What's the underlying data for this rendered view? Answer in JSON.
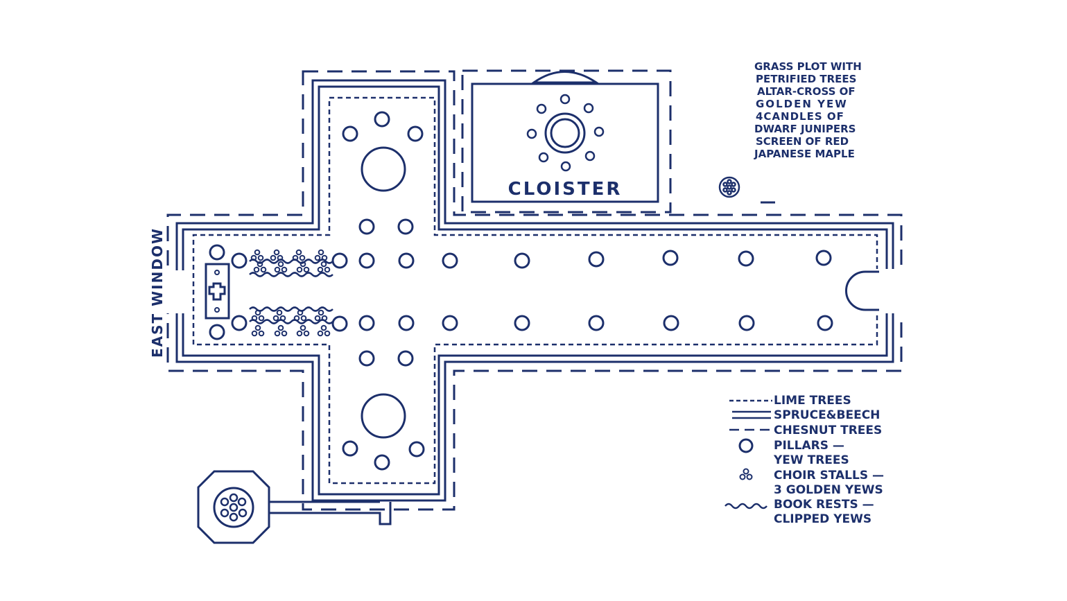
{
  "cloister": {
    "label": "CLOISTER"
  },
  "east_window": {
    "label": "EAST WINDOW"
  },
  "note": {
    "lines": [
      "GRASS PLOT WITH",
      "PETRIFIED TREES",
      "ALTAR-CROSS OF",
      "GOLDEN YEW",
      "4CANDLES OF",
      "DWARF JUNIPERS",
      "SCREEN OF RED",
      "JAPANESE MAPLE"
    ]
  },
  "legend": {
    "lime": "LIME TREES",
    "spruce": "SPRUCE&BEECH",
    "chesnut": "CHESNUT TREES",
    "pillars_1": "PILLARS —",
    "pillars_2": "YEW TREES",
    "choir_1": "CHOIR STALLS —",
    "choir_2": "3 GOLDEN YEWS",
    "book_1": "BOOK RESTS —",
    "book_2": "CLIPPED YEWS"
  },
  "colors": {
    "ink": "#1c2f6b",
    "paper": "#ffffff"
  }
}
